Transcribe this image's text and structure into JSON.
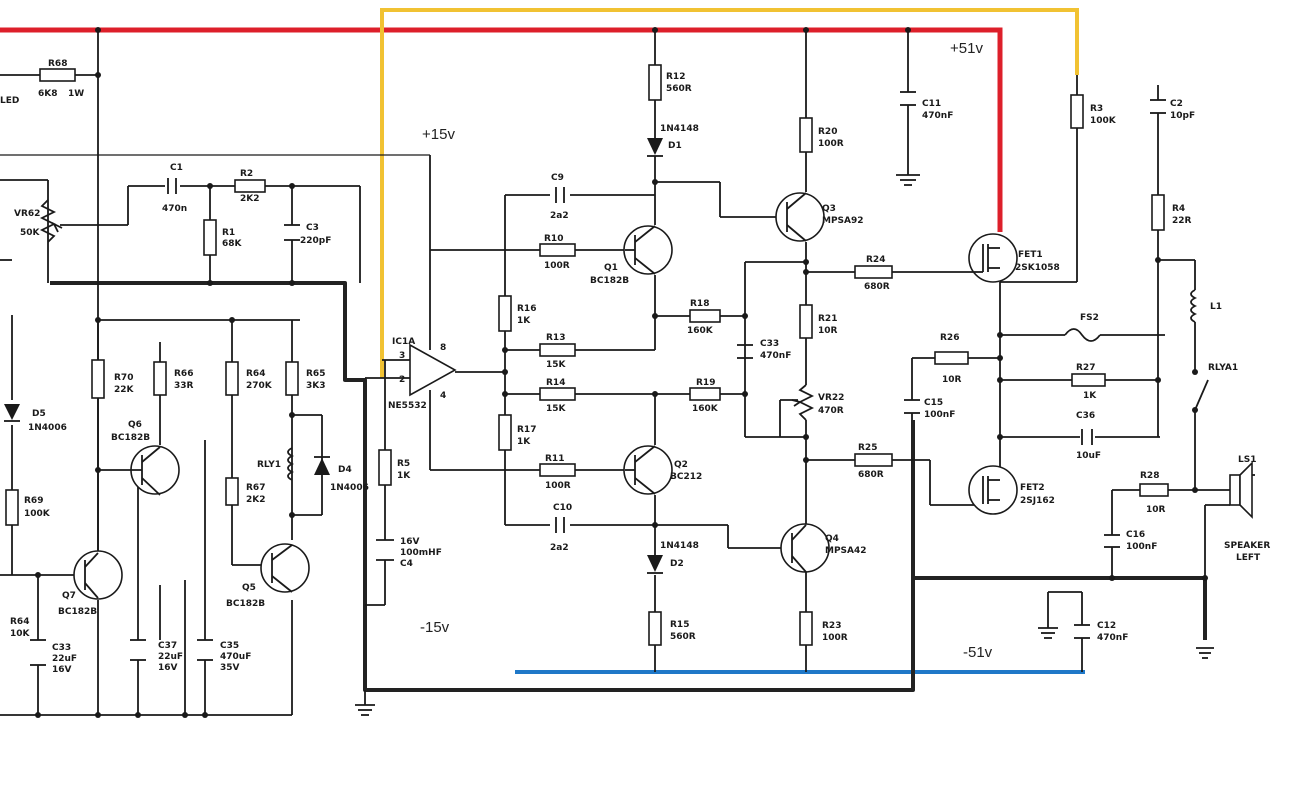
{
  "rails": {
    "pos_high": {
      "label": "+51v",
      "color": "#dd1f2a"
    },
    "neg_high": {
      "label": "-51v",
      "color": "#1f78c8"
    },
    "pos_low": {
      "label": "+15v",
      "color": "#f1c232"
    },
    "neg_low": {
      "label": "-15v"
    },
    "ground_color": "#222222"
  },
  "components": {
    "R68": {
      "ref": "R68",
      "value": "6K8",
      "extra": "1W"
    },
    "LED": {
      "ref": "LED"
    },
    "VR62": {
      "ref": "VR62",
      "value": "50K"
    },
    "C1": {
      "ref": "C1",
      "value": "470n"
    },
    "R2": {
      "ref": "R2",
      "value": "2K2"
    },
    "R1": {
      "ref": "R1",
      "value": "68K"
    },
    "C3": {
      "ref": "C3",
      "value": "220pF"
    },
    "IC1A": {
      "ref": "IC1A",
      "value": "NE5532",
      "pin3": "3",
      "pin2": "2",
      "pin8": "8",
      "pin4": "4"
    },
    "R5": {
      "ref": "R5",
      "value": "1K"
    },
    "C4": {
      "ref": "C4",
      "value": "16V",
      "value2": "100mHF"
    },
    "R70": {
      "ref": "R70",
      "value": "22K"
    },
    "R66": {
      "ref": "R66",
      "value": "33R"
    },
    "R64": {
      "ref": "R64",
      "value": "270K"
    },
    "R65": {
      "ref": "R65",
      "value": "3K3"
    },
    "Q6": {
      "ref": "Q6",
      "value": "BC182B"
    },
    "RLY1": {
      "ref": "RLY1"
    },
    "D4": {
      "ref": "D4",
      "value": "1N4006"
    },
    "R67": {
      "ref": "R67",
      "value": "2K2"
    },
    "D5": {
      "ref": "D5",
      "value": "1N4006"
    },
    "R69": {
      "ref": "R69",
      "value": "100K"
    },
    "Q7": {
      "ref": "Q7",
      "value": "BC182B"
    },
    "Q5": {
      "ref": "Q5",
      "value": "BC182B"
    },
    "R64b": {
      "ref": "R64",
      "value": "10K"
    },
    "C33": {
      "ref": "C33",
      "value": "22uF",
      "value2": "16V"
    },
    "C37": {
      "ref": "C37",
      "value": "22uF",
      "value2": "16V"
    },
    "C35": {
      "ref": "C35",
      "value": "470uF",
      "value2": "35V"
    },
    "R12": {
      "ref": "R12",
      "value": "560R"
    },
    "D1": {
      "ref": "D1",
      "value": "1N4148"
    },
    "C9": {
      "ref": "C9",
      "value": "2a2"
    },
    "R10": {
      "ref": "R10",
      "value": "100R"
    },
    "Q1": {
      "ref": "Q1",
      "value": "BC182B"
    },
    "R16": {
      "ref": "R16",
      "value": "1K"
    },
    "R13": {
      "ref": "R13",
      "value": "15K"
    },
    "R18": {
      "ref": "R18",
      "value": "160K"
    },
    "R14": {
      "ref": "R14",
      "value": "15K"
    },
    "R19": {
      "ref": "R19",
      "value": "160K"
    },
    "R17": {
      "ref": "R17",
      "value": "1K"
    },
    "R11": {
      "ref": "R11",
      "value": "100R"
    },
    "Q2": {
      "ref": "Q2",
      "value": "BC212"
    },
    "C10": {
      "ref": "C10",
      "value": "2a2"
    },
    "D2": {
      "ref": "D2",
      "value": "1N4148"
    },
    "R15": {
      "ref": "R15",
      "value": "560R"
    },
    "R20": {
      "ref": "R20",
      "value": "100R"
    },
    "Q3": {
      "ref": "Q3",
      "value": "MPSA92"
    },
    "C33b": {
      "ref": "C33",
      "value": "470nF"
    },
    "R21": {
      "ref": "R21",
      "value": "10R"
    },
    "VR22": {
      "ref": "VR22",
      "value": "470R"
    },
    "Q4": {
      "ref": "Q4",
      "value": "MPSA42"
    },
    "R23": {
      "ref": "R23",
      "value": "100R"
    },
    "C11": {
      "ref": "C11",
      "value": "470nF"
    },
    "R24": {
      "ref": "R24",
      "value": "680R"
    },
    "R25": {
      "ref": "R25",
      "value": "680R"
    },
    "FET1": {
      "ref": "FET1",
      "value": "2SK1058"
    },
    "FET2": {
      "ref": "FET2",
      "value": "2SJ162"
    },
    "R26": {
      "ref": "R26",
      "value": "10R"
    },
    "C15": {
      "ref": "C15",
      "value": "100nF"
    },
    "FS2": {
      "ref": "FS2"
    },
    "R27": {
      "ref": "R27",
      "value": "1K"
    },
    "C36": {
      "ref": "C36",
      "value": "10uF"
    },
    "C12": {
      "ref": "C12",
      "value": "470nF"
    },
    "R3": {
      "ref": "R3",
      "value": "100K"
    },
    "C2": {
      "ref": "C2",
      "value": "10pF"
    },
    "R4": {
      "ref": "R4",
      "value": "22R"
    },
    "L1": {
      "ref": "L1"
    },
    "RLYA1": {
      "ref": "RLYA1"
    },
    "R28": {
      "ref": "R28",
      "value": "10R"
    },
    "C16": {
      "ref": "C16",
      "value": "100nF"
    },
    "LS1": {
      "ref": "LS1",
      "value": "SPEAKER",
      "value2": "LEFT"
    }
  }
}
